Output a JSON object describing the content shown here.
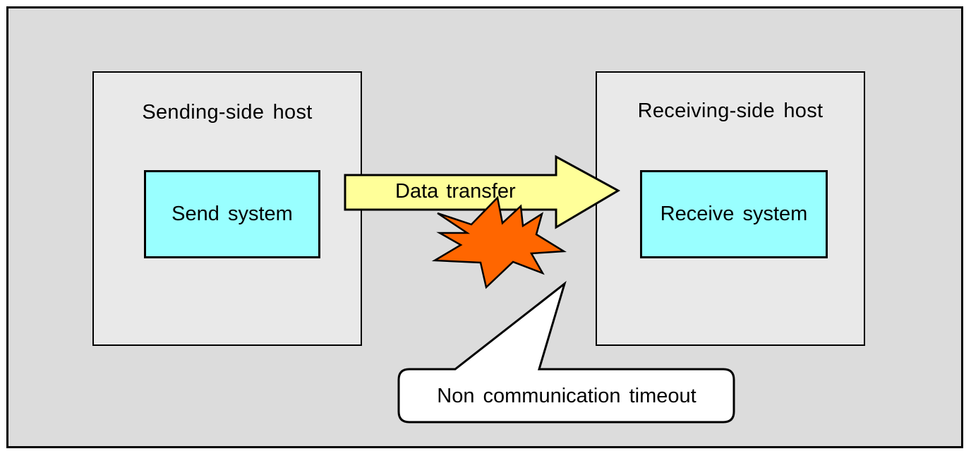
{
  "diagram": {
    "sending_host": {
      "title": "Sending-side host",
      "system_label": "Send system"
    },
    "receiving_host": {
      "title": "Receiving-side host",
      "system_label": "Receive system"
    },
    "arrow": {
      "label": "Data transfer"
    },
    "callout": {
      "label": "Non communication timeout"
    },
    "colors": {
      "outer_background": "#dcdcdc",
      "host_background": "#e9e9e9",
      "system_fill": "#99ffff",
      "arrow_fill": "#ffff99",
      "explosion_fill": "#ff6600",
      "callout_fill": "#ffffff"
    },
    "icons": {
      "failure": "explosion-icon"
    }
  }
}
